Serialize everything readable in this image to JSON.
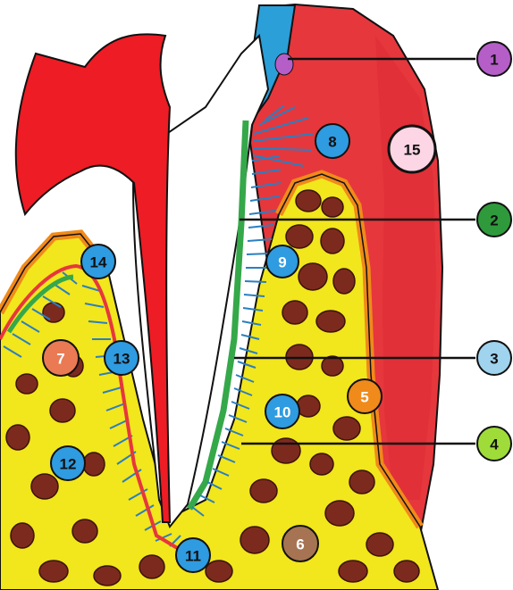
{
  "markers": [
    {
      "text": "1",
      "fill": "#b55ec8",
      "textColor": "#111111"
    },
    {
      "text": "2",
      "fill": "#2f9a3c",
      "textColor": "#111111"
    },
    {
      "text": "3",
      "fill": "#9fd3ee",
      "textColor": "#111111"
    },
    {
      "text": "4",
      "fill": "#9fdc3a",
      "textColor": "#111111"
    },
    {
      "text": "5",
      "fill": "#f08a1a",
      "textColor": "#ffffff"
    },
    {
      "text": "6",
      "fill": "#a67452",
      "textColor": "#ffffff"
    },
    {
      "text": "7",
      "fill": "#e97a54",
      "textColor": "#ffffff"
    },
    {
      "text": "8",
      "fill": "#2f9be0",
      "textColor": "#111111"
    },
    {
      "text": "9",
      "fill": "#2f9be0",
      "textColor": "#ffffff"
    },
    {
      "text": "10",
      "fill": "#2f9be0",
      "textColor": "#ffffff"
    },
    {
      "text": "11",
      "fill": "#2f9be0",
      "textColor": "#111111"
    },
    {
      "text": "12",
      "fill": "#2f9be0",
      "textColor": "#111111"
    },
    {
      "text": "13",
      "fill": "#2f9be0",
      "textColor": "#111111"
    },
    {
      "text": "14",
      "fill": "#2f9be0",
      "textColor": "#111111"
    },
    {
      "text": "15",
      "fill": "#fcd6e4",
      "textColor": "#111111"
    }
  ],
  "colors": {
    "bone": "#f2e61c",
    "trabecula": "#7d2a1e",
    "gingiva": "#e6373d",
    "pulp": "#ee1c24",
    "periosteum": "#f08a1a",
    "enamel": "#2a9fd8",
    "attachment": "#35a84a"
  }
}
